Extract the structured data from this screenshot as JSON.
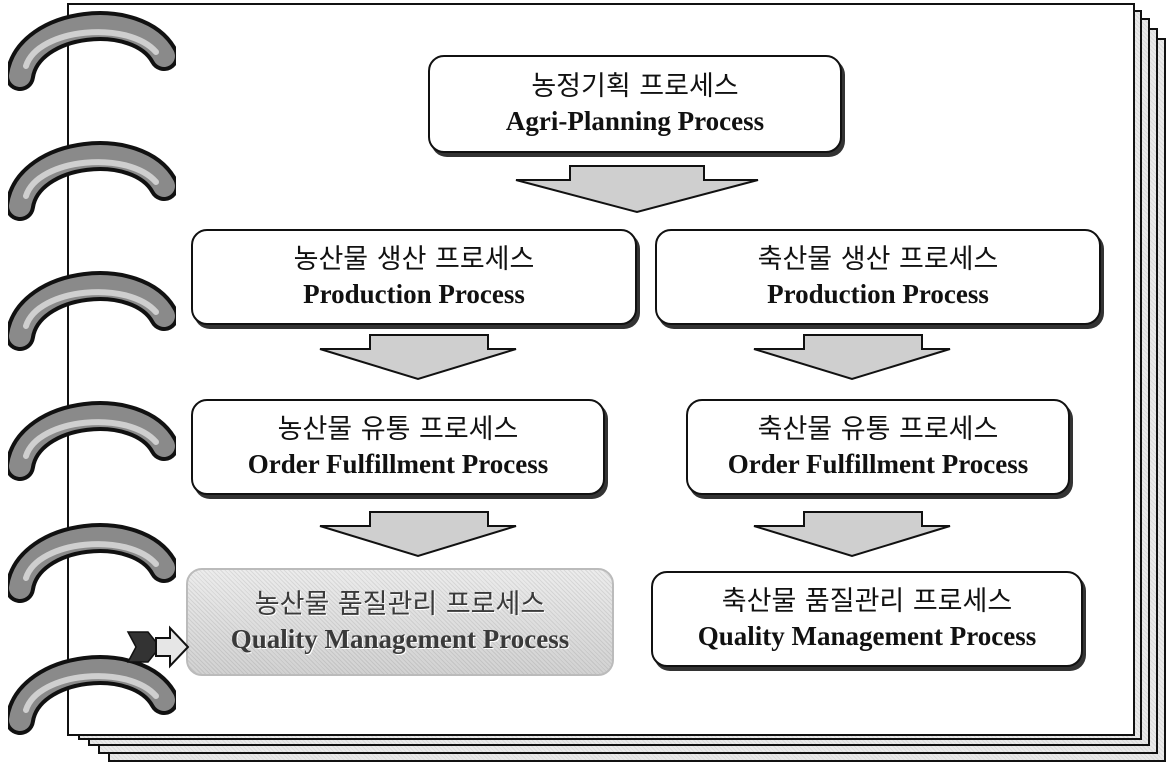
{
  "diagram": {
    "top": {
      "korean": "농정기획 프로세스",
      "english": "Agri-Planning Process"
    },
    "left_column": [
      {
        "korean": "농산물 생산 프로세스",
        "english": "Production Process"
      },
      {
        "korean": "농산물 유통 프로세스",
        "english": "Order Fulfillment Process"
      },
      {
        "korean": "농산물 품질관리 프로세스",
        "english": "Quality Management Process",
        "highlighted": true
      }
    ],
    "right_column": [
      {
        "korean": "축산물 생산 프로세스",
        "english": "Production Process"
      },
      {
        "korean": "축산물 유통 프로세스",
        "english": "Order Fulfillment Process"
      },
      {
        "korean": "축산물 품질관리 프로세스",
        "english": "Quality Management Process"
      }
    ]
  },
  "icons": {
    "binder_ring": "binder-ring-icon",
    "pointer": "pointer-arrow-icon",
    "flow_arrow": "down-arrow-icon"
  },
  "colors": {
    "border": "#111111",
    "highlight_fill": "#d6d6d6",
    "arrow_fill": "#cccccc"
  }
}
